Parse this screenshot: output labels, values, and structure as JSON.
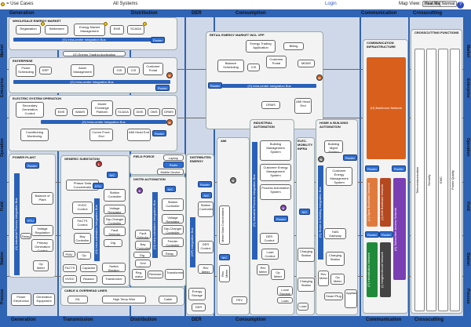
{
  "topbar": {
    "legend": "= Use Cases",
    "view_select": "All Systems",
    "login": "Login",
    "map_view_label": "Map View:",
    "heat_map": "Heat Map",
    "normal": "Normal",
    "help": "?"
  },
  "domains": [
    "Generation",
    "Transmission",
    "Distribution",
    "DER",
    "Consumption",
    "Communication",
    "Crosscutting"
  ],
  "zones": [
    "Market",
    "Enterprise",
    "Operation",
    "Field",
    "Station",
    "Process"
  ],
  "panels": {
    "wholesale": {
      "title": "WHOLESALE ENERGY MARKET",
      "systems": [
        "Registration",
        "Settlement",
        "Energy Market Management",
        "EMS",
        "SCADA"
      ],
      "bus": "(G) Intra-center Integration Bus",
      "app": "(G) Energy Trading Application"
    },
    "enterprise": {
      "title": "ENTERPRISE",
      "systems": [
        "Power Scheduling",
        "ERP",
        "Asset Management",
        "GIS",
        "CIS",
        "Customer Portal"
      ],
      "bus": "(G) Intra-center Integration Bus"
    },
    "eso": {
      "title": "ELECTRIC SYSTEM OPERATION",
      "systems": [
        "Secondary Generation Control",
        "EMS",
        "WAMS",
        "Model Exchange Platform",
        "SCADA",
        "DMS",
        "OMS",
        "DRMS",
        "Conditioning Monitoring",
        "Comm Front-End",
        "AMI Head End"
      ],
      "bus": "(G) Intra-center Integration Bus"
    },
    "retail": {
      "title": "RETAIL ENERGY MARKET INCL VPP",
      "systems": [
        "Energy Trading Application",
        "Billing",
        "Balance Scheduling",
        "CIS",
        "Customer Portal",
        "MDMS",
        "DRMS",
        "AMI Head End"
      ],
      "bus": "(G) Intra-center Integration Bus"
    },
    "comm_infra": {
      "title": "COMMUNICATION INFRASTRUCTURE",
      "backbone": "(H) Backbone Network",
      "nets": [
        "(L) Opex Backhaul Network",
        "(J) AMI Backhaul Network",
        "(K) Subscriber Access Network",
        "(F) Interstitution Network",
        "(I) Neighborhood Network"
      ]
    },
    "crosscutting": {
      "title": "CROSSCUTTING FUNCTIONS",
      "items": [
        "Telecommunication",
        "Security",
        "EMC",
        "Power Quality"
      ]
    },
    "power_plant": {
      "title": "POWER PLANT",
      "systems": [
        "Balance of Plant",
        "Voltage Regulation",
        "Primary Generation Control",
        "Op Meter",
        "Relay"
      ],
      "bus": "(N) Industrial Process Integration Bus"
    },
    "gen_sub": {
      "title": "GENERIC SUBSTATION",
      "systems": [
        "Phasor Data Concentrator",
        "HVDC Control",
        "FACTS Control",
        "Bay Controller",
        "Op Meter",
        "Station Controller",
        "Voltage Regulator",
        "Tap-Changer Controller",
        "Fault Detector",
        "Dig Sensors",
        "PMU",
        "FACTS",
        "Capacitor",
        "Switch Breaker",
        "HVDC",
        "Reactor",
        "Transformer"
      ],
      "bus": "(M) Intra-substation Integration Bus"
    },
    "field_force": {
      "title": "FIELD FORCE",
      "systems": [
        "Laptop",
        "Radio",
        "Mobile Device"
      ]
    },
    "dist_auto": {
      "title": "DISTRI AUTOMATION",
      "systems": [
        "Station Controller",
        "Voltage Regulator",
        "Tap-Changer Controller",
        "Fault Detector",
        "Bay Controller",
        "Dig Sensors",
        "Feeder Controller",
        "Grid Meter",
        "Relay",
        "Recloser",
        "Transformer",
        "Reg-ulator"
      ],
      "bus": "(M) Intra-substation Integration Bus"
    },
    "der": {
      "title": "DISTRIBUTED ENERGY",
      "systems": [
        "Station Controller",
        "DER Control",
        "Rev Meter",
        "Energy Storage",
        "DER"
      ],
      "bus": "(OP) Integration Bus"
    },
    "ami": {
      "title": "AMI",
      "systems": [
        "Meter Data Concentrator",
        "Rev Meter",
        "PEV"
      ]
    },
    "industrial": {
      "title": "INDUSTRIAL AUTOMATION",
      "systems": [
        "Building Management System",
        "Customer Energy Management System",
        "Process Automation System",
        "DER Control",
        "Load Control",
        "Rev Meter",
        "Op Meter",
        "Local Storage",
        "Load"
      ],
      "bus": "(N) Industrial Process Integration Bus"
    },
    "emob": {
      "title": "ELEC-MOBILITY INFRA",
      "systems": [
        "Charging Station",
        "Charging Station",
        "Load"
      ]
    },
    "home": {
      "title": "HOME & BUILDING AUTOMATION",
      "systems": [
        "Building Mgmt System",
        "Customer Energy Management System",
        "HAN Gateway",
        "Charging Station",
        "Rev Meter",
        "Op Meter",
        "Smart Plug",
        "Appliances"
      ],
      "bus": "(N) Home & Building Integration Bus"
    },
    "cable": {
      "title": "CABLE & OVERHEAD LINES",
      "items": [
        "GIL",
        "High Temp Wire",
        "Cable"
      ]
    },
    "process_gen": {
      "items": [
        "Power Electronics",
        "Generation Equipment"
      ]
    }
  },
  "common": {
    "router": "Router",
    "nic": "NIC",
    "rtu": "RTU"
  },
  "colors": {
    "bus": "#2a61b8",
    "backbone": "#d9601c",
    "ami_net": "#b5481f",
    "access_net": "#7b3fb4",
    "interinst": "#1f8a3a",
    "neigh": "#444444",
    "panel": "#f3f3f3"
  }
}
